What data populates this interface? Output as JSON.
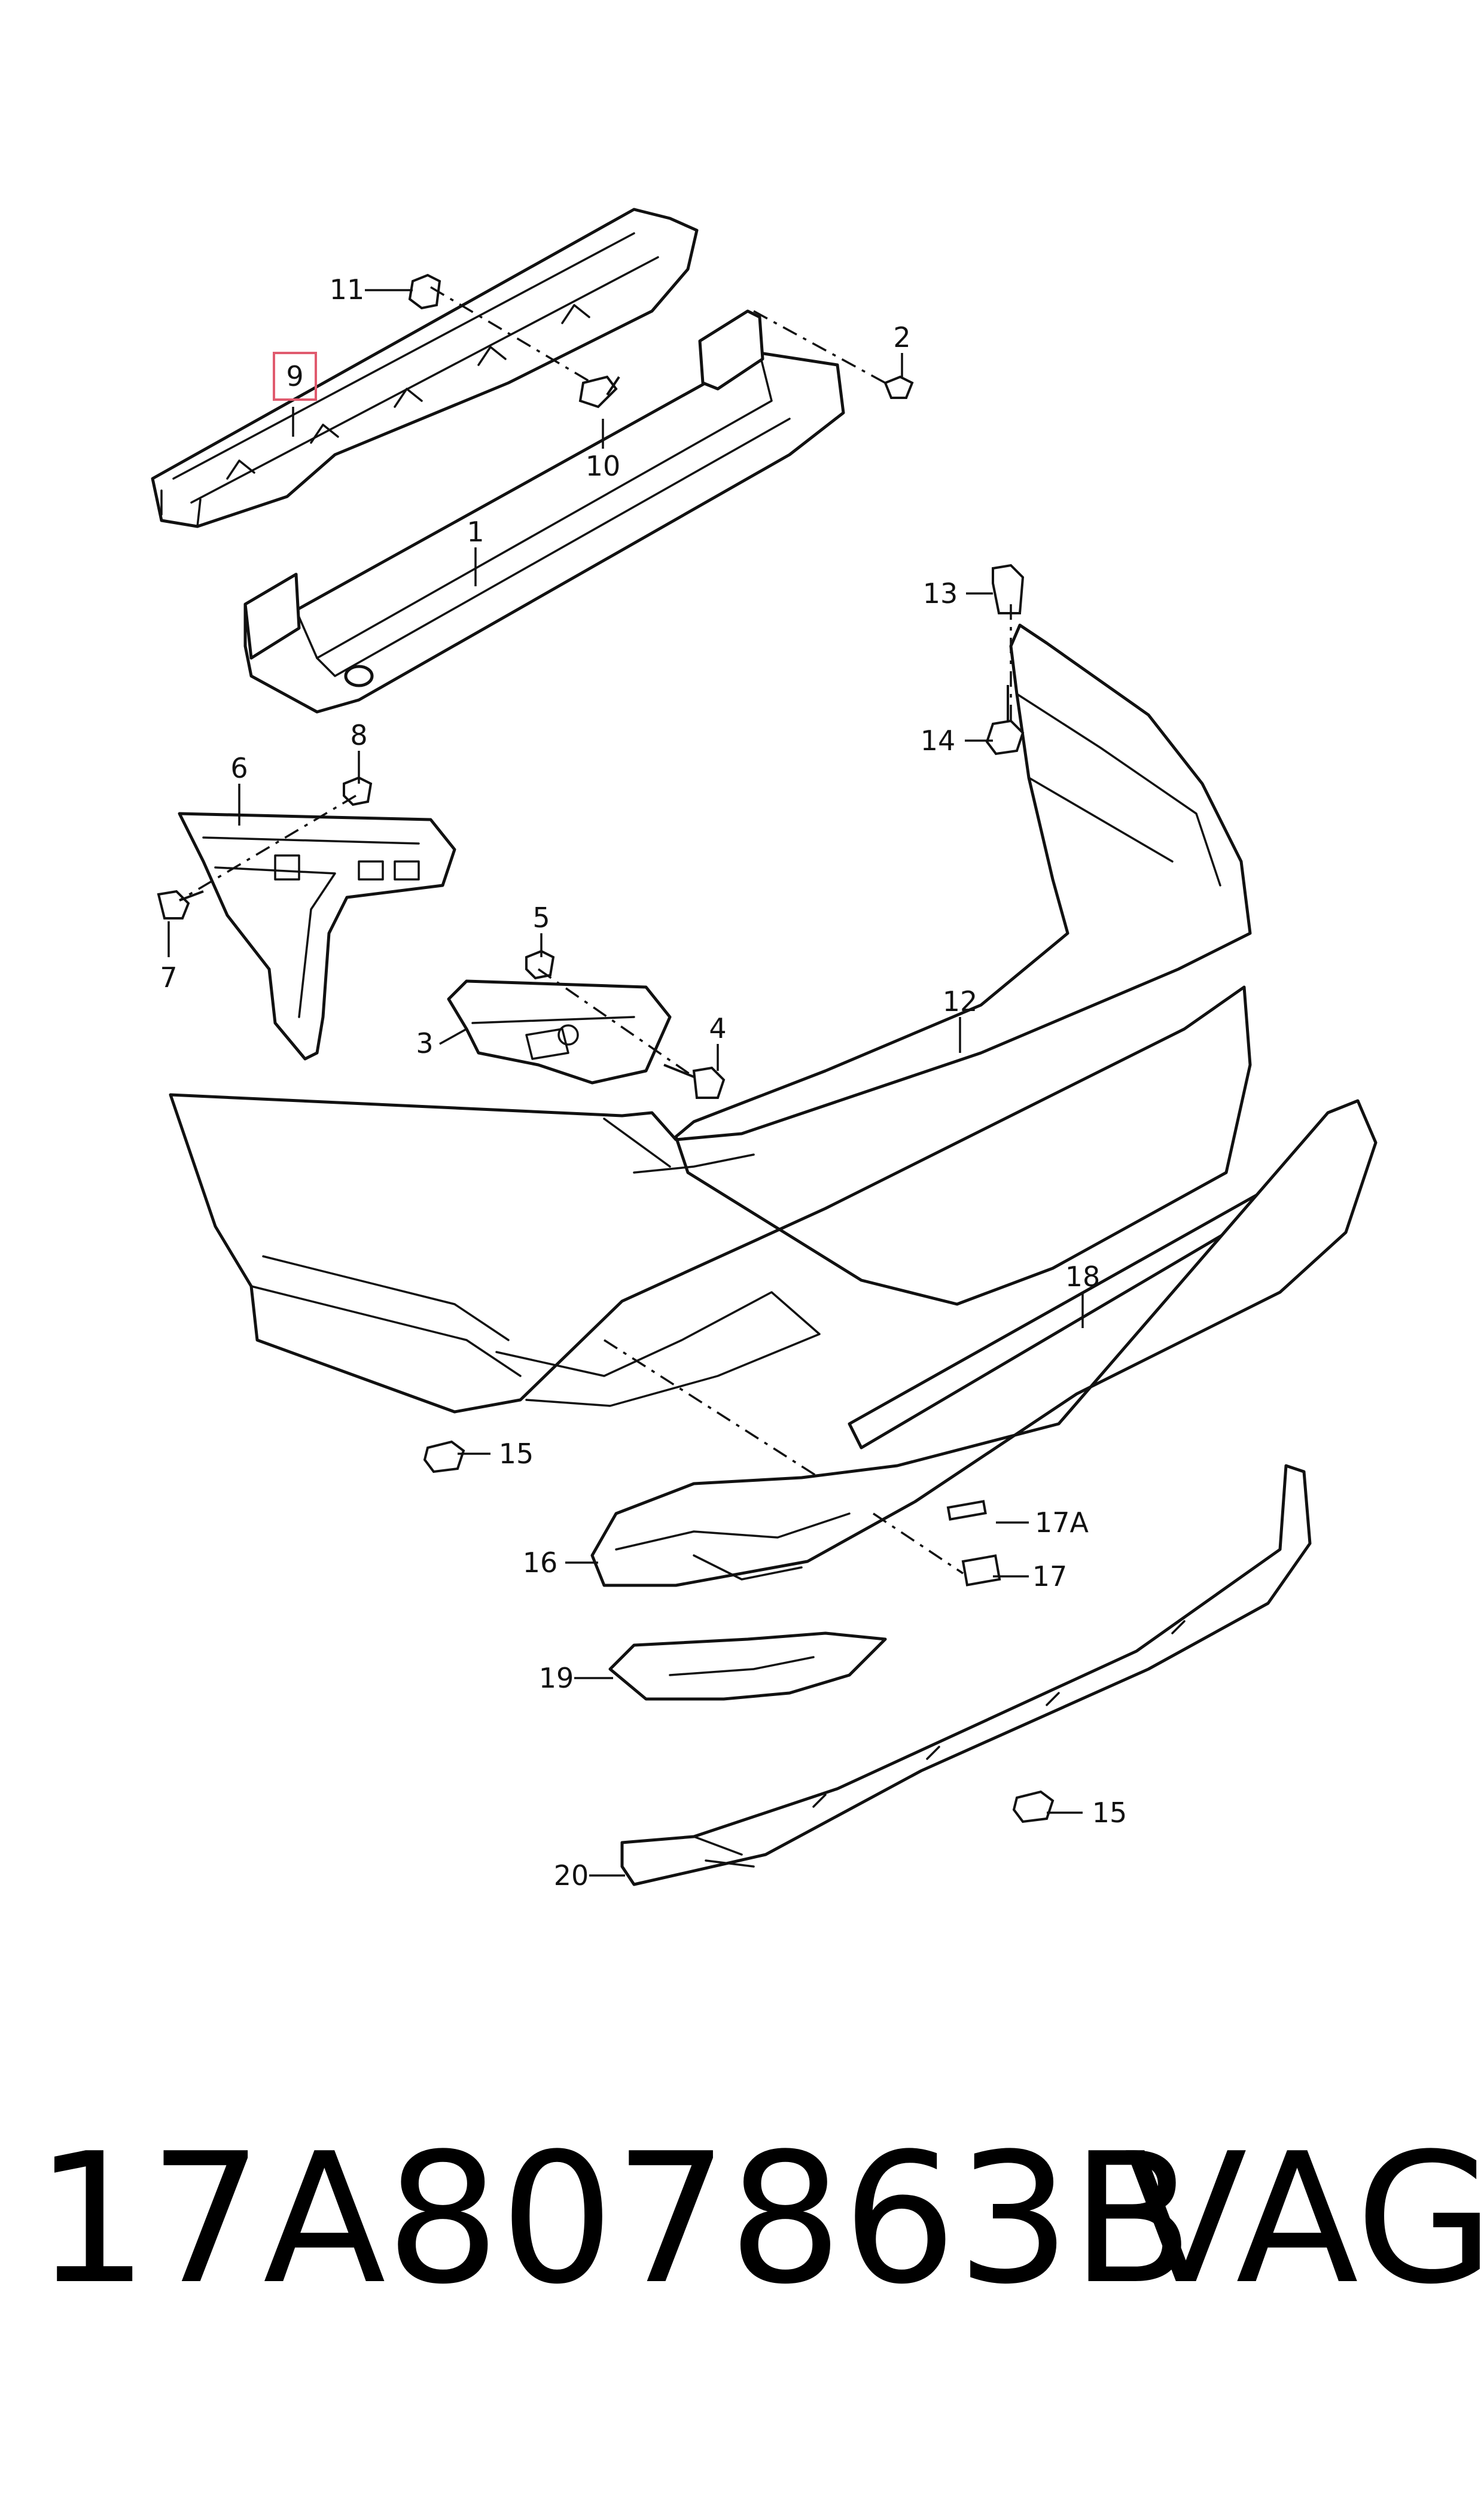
{
  "diagram": {
    "highlight_color": "#e05a6e",
    "callouts": [
      {
        "id": "c1",
        "label": "1"
      },
      {
        "id": "c2",
        "label": "2"
      },
      {
        "id": "c3",
        "label": "3"
      },
      {
        "id": "c4",
        "label": "4"
      },
      {
        "id": "c5",
        "label": "5"
      },
      {
        "id": "c6",
        "label": "6"
      },
      {
        "id": "c7",
        "label": "7"
      },
      {
        "id": "c8",
        "label": "8"
      },
      {
        "id": "c9",
        "label": "9"
      },
      {
        "id": "c10",
        "label": "10"
      },
      {
        "id": "c11",
        "label": "11"
      },
      {
        "id": "c12",
        "label": "12"
      },
      {
        "id": "c13",
        "label": "13"
      },
      {
        "id": "c14",
        "label": "14"
      },
      {
        "id": "c15a",
        "label": "15"
      },
      {
        "id": "c15b",
        "label": "15"
      },
      {
        "id": "c16",
        "label": "16"
      },
      {
        "id": "c17",
        "label": "17"
      },
      {
        "id": "c17a",
        "label": "17A"
      },
      {
        "id": "c18",
        "label": "18"
      },
      {
        "id": "c19",
        "label": "19"
      },
      {
        "id": "c20",
        "label": "20"
      }
    ]
  },
  "footer": {
    "part_number": "17A807863B",
    "brand": "VAG"
  }
}
